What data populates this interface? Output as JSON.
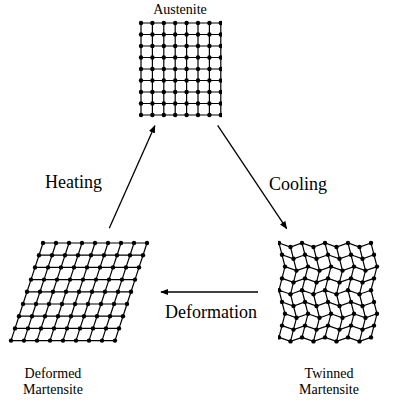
{
  "diagram": {
    "nodes": [
      {
        "text": [
          "Austenite"
        ]
      },
      {
        "text": [
          "Twinned Martensite"
        ]
      },
      {
        "text": [
          "Deformed Martensite"
        ]
      }
    ],
    "edges": [
      {
        "from": 0,
        "to": 1,
        "label": "Cooling",
        "arrow": "to"
      },
      {
        "from": 1,
        "to": 2,
        "label": "Deformation",
        "arrow": "to"
      },
      {
        "from": 2,
        "to": 0,
        "label": "Heating",
        "arrow": "to"
      }
    ]
  }
}
